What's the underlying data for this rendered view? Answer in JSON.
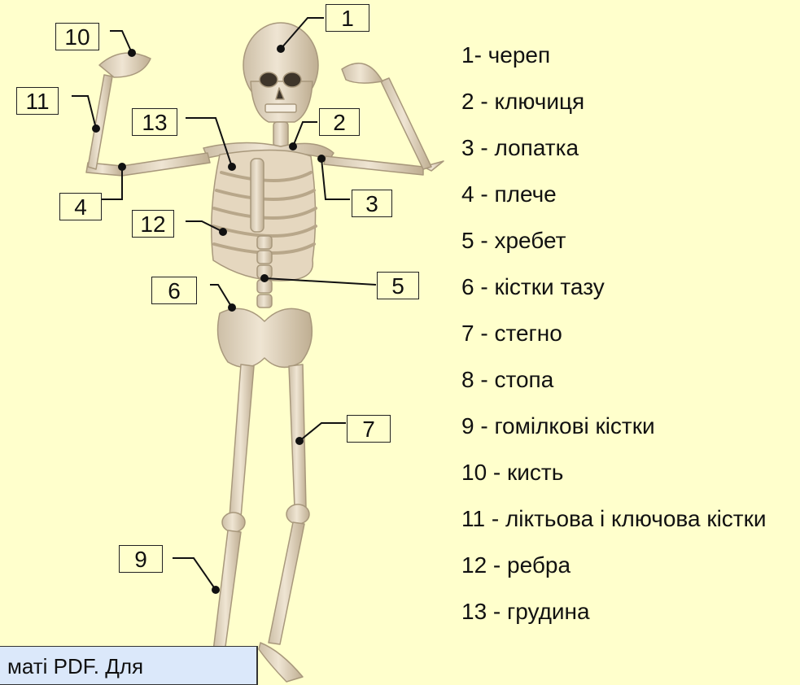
{
  "labels": [
    {
      "id": "1",
      "text": "1"
    },
    {
      "id": "2",
      "text": "2"
    },
    {
      "id": "3",
      "text": "3"
    },
    {
      "id": "4",
      "text": "4"
    },
    {
      "id": "5",
      "text": "5"
    },
    {
      "id": "6",
      "text": "6"
    },
    {
      "id": "7",
      "text": "7"
    },
    {
      "id": "9",
      "text": "9"
    },
    {
      "id": "10",
      "text": "10"
    },
    {
      "id": "11",
      "text": "11"
    },
    {
      "id": "12",
      "text": "12"
    },
    {
      "id": "13",
      "text": "13"
    }
  ],
  "legend": [
    "1- череп",
    "2 - ключиця",
    "3 - лопатка",
    "4 - плече",
    "5 - хребет",
    "6 - кістки тазу",
    "7 - стегно",
    "8 - стопа",
    "9 - гомілкові кістки",
    "10 - кисть",
    "11 - ліктьова і ключова кістки",
    "12 - ребра",
    "13 - грудина"
  ],
  "note": "маті PDF. Для",
  "colors": {
    "background": "#ffffcc",
    "bone": "#e8dcc8",
    "bone_shadow": "#b9aa90",
    "note_bg": "#dbe8fa"
  }
}
